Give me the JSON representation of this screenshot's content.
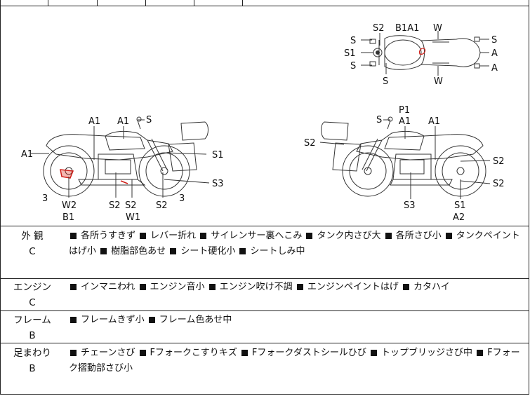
{
  "diagram_labels": {
    "top_view": {
      "s2": "S2",
      "b1a1": "B1A1",
      "w_top": "W",
      "s_tl": "S",
      "s1_l": "S1",
      "s_bl": "S",
      "s_bottom": "S",
      "w_bottom": "W",
      "s_tr": "S",
      "a_r1": "A",
      "a_r2": "A"
    },
    "left_view": {
      "a1_a": "A1",
      "a1_b": "A1",
      "s_top": "S",
      "a1_left": "A1",
      "s1": "S1",
      "s3": "S3",
      "n3_left": "3",
      "n3_right": "3",
      "w2": "W2",
      "b1": "B1",
      "s2_a": "S2",
      "s2_b": "S2",
      "w1": "W1",
      "s2_c": "S2"
    },
    "right_view": {
      "p1": "P1",
      "s_top": "S",
      "a1_a": "A1",
      "a1_b": "A1",
      "s2_left": "S2",
      "s2_r1": "S2",
      "s2_r2": "S2",
      "s3": "S3",
      "s1": "S1",
      "a2": "A2"
    }
  },
  "rows": [
    {
      "title": "外 観",
      "grade": "C",
      "items": [
        "各所うすきず",
        "レバー折れ",
        "サイレンサー裏へこみ",
        "タンク内さび大",
        "各所さび小",
        "タンクペイントはげ小",
        "樹脂部色あせ",
        "シート硬化小",
        "シートしみ中"
      ]
    },
    {
      "title": "エンジン",
      "grade": "C",
      "items": [
        "インマニわれ",
        "エンジン音小",
        "エンジン吹け不調",
        "エンジンペイントはげ",
        "カタハイ"
      ]
    },
    {
      "title": "フレーム",
      "grade": "B",
      "items": [
        "フレームきず小",
        "フレーム色あせ中"
      ]
    },
    {
      "title": "足まわり",
      "grade": "B",
      "items": [
        "チェーンさび",
        "Fフォークこすりキズ",
        "Fフォークダストシールひび",
        "トップブリッジさび中",
        "Fフォーク摺動部さび小"
      ]
    }
  ],
  "colors": {
    "line": "#222222",
    "damage_mark": "#d0201a"
  }
}
